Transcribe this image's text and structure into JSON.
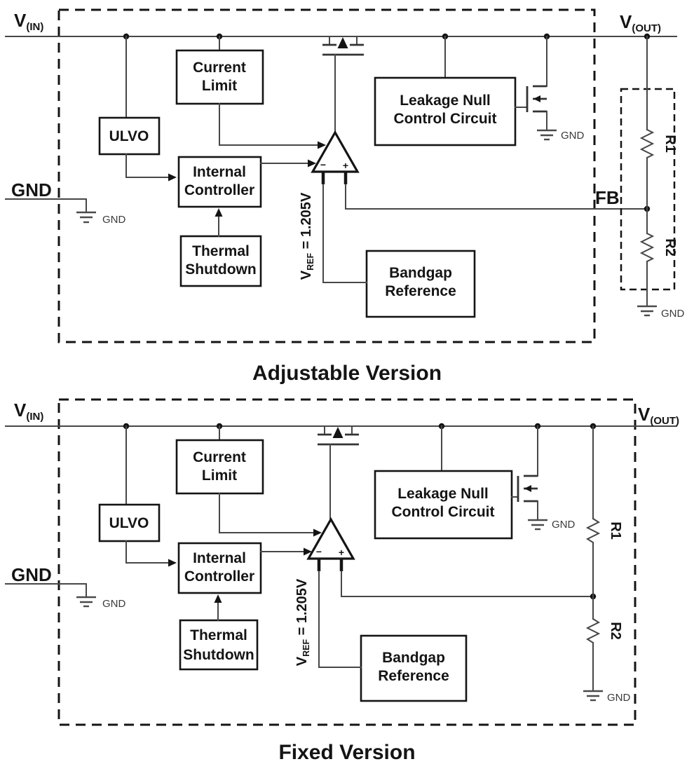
{
  "colors": {
    "ink": "#141414",
    "wire": "#474747",
    "background": "#ffffff"
  },
  "diagrams": [
    {
      "title": "Adjustable Version",
      "pins": {
        "vin_base": "V",
        "vin_sub": "(IN)",
        "gnd": "GND",
        "vout_base": "V",
        "vout_sub": "(OUT)",
        "fb": "FB"
      },
      "blocks": {
        "current_limit": [
          "Current",
          "Limit"
        ],
        "ulvo": [
          "ULVO"
        ],
        "internal_controller": [
          "Internal",
          "Controller"
        ],
        "thermal_shutdown": [
          "Thermal",
          "Shutdown"
        ],
        "leakage_null": [
          "Leakage Null",
          "Control Circuit"
        ],
        "bandgap": [
          "Bandgap",
          "Reference"
        ]
      },
      "opamp": {
        "minus": "−",
        "plus": "+"
      },
      "vref": {
        "base": "V",
        "sub": "REF",
        "rest": " = 1.205V"
      },
      "resistors": {
        "r1": "R1",
        "r2": "R2"
      },
      "ground_labels": {
        "input": "GND",
        "mosfet": "GND",
        "divider": "GND"
      }
    },
    {
      "title": "Fixed Version",
      "pins": {
        "vin_base": "V",
        "vin_sub": "(IN)",
        "gnd": "GND",
        "vout_base": "V",
        "vout_sub": "(OUT)"
      },
      "blocks": {
        "current_limit": [
          "Current",
          "Limit"
        ],
        "ulvo": [
          "ULVO"
        ],
        "internal_controller": [
          "Internal",
          "Controller"
        ],
        "thermal_shutdown": [
          "Thermal",
          "Shutdown"
        ],
        "leakage_null": [
          "Leakage Null",
          "Control Circuit"
        ],
        "bandgap": [
          "Bandgap",
          "Reference"
        ]
      },
      "opamp": {
        "minus": "−",
        "plus": "+"
      },
      "vref": {
        "base": "V",
        "sub": "REF",
        "rest": " = 1.205V"
      },
      "resistors": {
        "r1": "R1",
        "r2": "R2"
      },
      "ground_labels": {
        "input": "GND",
        "mosfet": "GND",
        "divider": "GND"
      }
    }
  ]
}
